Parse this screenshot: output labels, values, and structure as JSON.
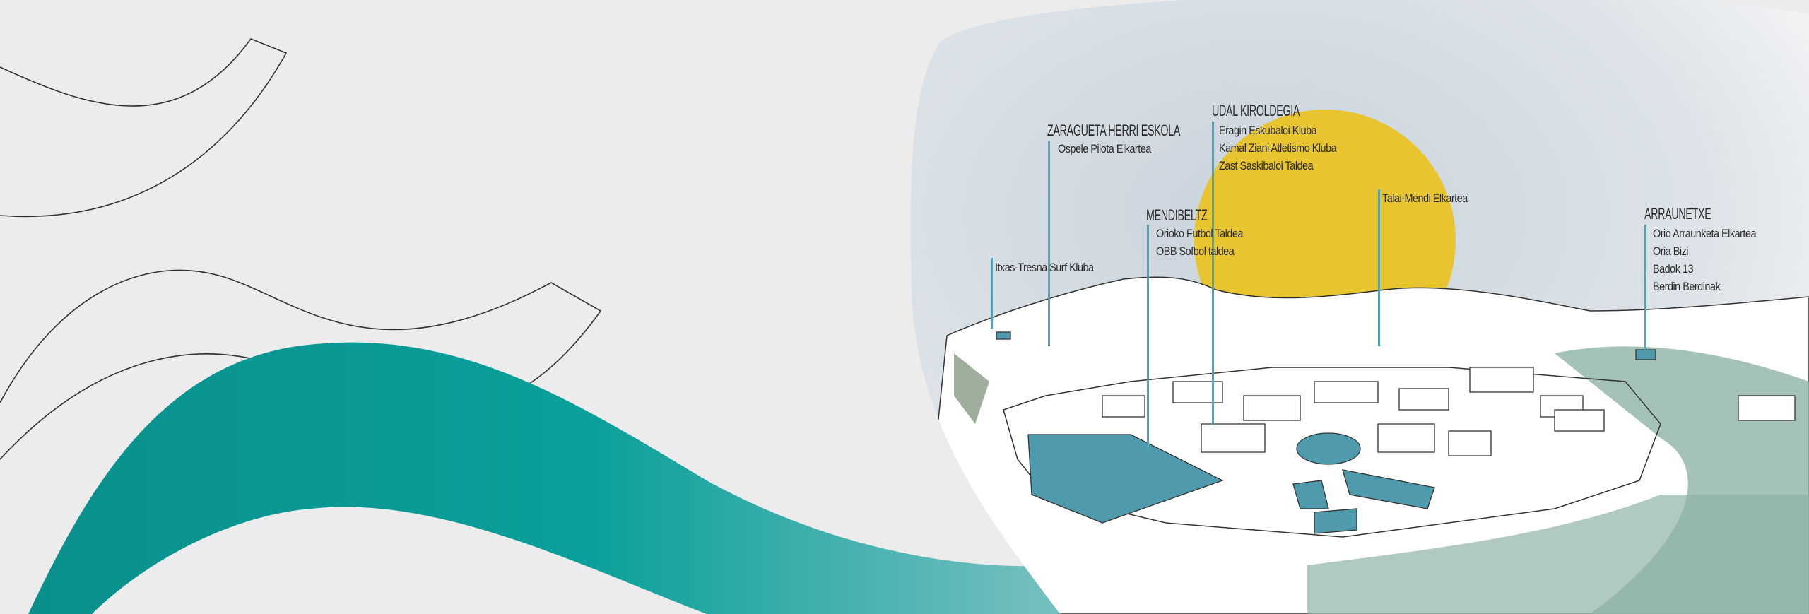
{
  "colors": {
    "background": "#ececec",
    "teal": "#0a9a96",
    "teal_light": "#7fc0c0",
    "sun": "#e8c530",
    "facility": "#4f9aad",
    "leader_line": "#4fa3b5"
  },
  "locations": [
    {
      "name": "ZARAGUETA HERRI ESKOLA",
      "clubs": [
        "Ospele Pilota Elkartea"
      ]
    },
    {
      "name": "MENDIBELTZ",
      "clubs": [
        "Orioko Futbol  Taldea",
        "OBB Sofbol taldea"
      ]
    },
    {
      "name": "UDAL KIROLDEGIA",
      "clubs": [
        "Eragin Eskubaloi Kluba",
        "Kamal Ziani Atletismo Kluba",
        "Zast Saskibaloi Taldea"
      ]
    },
    {
      "name": "ARRAUNETXE",
      "clubs": [
        "Orio Arraunketa Elkartea",
        "Oria Bizi",
        "Badok 13",
        "Berdin Berdinak"
      ]
    }
  ],
  "standalone_labels": [
    "Itxas-Tresna Surf Kluba",
    "Talai-Mendi Elkartea"
  ]
}
